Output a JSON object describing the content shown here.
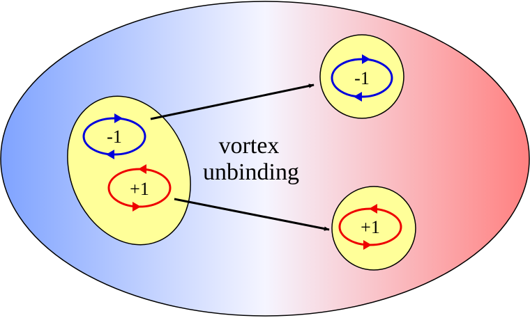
{
  "caption": {
    "line1": "vortex",
    "line2": "unbinding"
  },
  "bound_pair": {
    "vortex_charge": "-1",
    "antivortex_charge": "+1"
  },
  "free_vortex": {
    "charge": "-1"
  },
  "free_antivortex": {
    "charge": "+1"
  },
  "colors": {
    "gradient_left": "#7fa3ff",
    "gradient_mid": "#f5f5ff",
    "gradient_right": "#ff8080",
    "region_fill": "#ffff99",
    "vortex_color": "#0000dd",
    "antivortex_color": "#ee0000",
    "arrow_color": "#000000"
  },
  "icons": {
    "vortex_circulation": "clockwise-circle-arrow-icon",
    "antivortex_circulation": "counterclockwise-circle-arrow-icon",
    "unbinding_arrow": "arrow-right-icon"
  }
}
